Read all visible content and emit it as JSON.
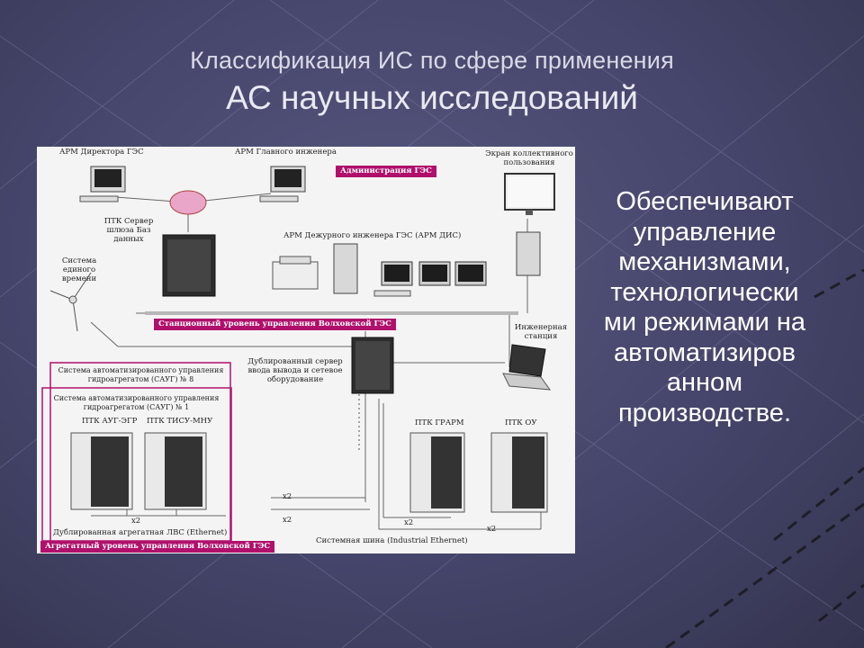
{
  "slide": {
    "title_line1": "Классификация ИС по сфере применения",
    "title_line2": "АС научных исследований",
    "side_text": "Обеспечивают управление механизмами, технологически ми режимами на автоматизиров анном производстве."
  },
  "diagram": {
    "arm_director": "АРМ Директора ГЭС",
    "arm_chief": "АРМ Главного инженера",
    "admin_band": "Администрация ГЭС",
    "screen_collective": "Экран коллективного пользования",
    "gateway_server": "ПТК Сервер шлюза Баз данных",
    "arm_dis": "АРМ Дежурного инженера ГЭС (АРМ ДИС)",
    "time_system": "Система единого времени",
    "station_band": "Станционный уровень управления Волховской ГЭС",
    "engineering_station": "Инженерная станция",
    "saug8": "Система автоматизированного управления гидроагрегатом (САУГ) № 8",
    "saug1": "Система автоматизированного управления гидроагрегатом (САУГ) № 1",
    "dup_server": "Дублированный сервер ввода вывода и сетевое оборудование",
    "ptk_aug": "ПТК АУГ-ЭГР",
    "ptk_tisu": "ПТК ТИСУ-МНУ",
    "ptk_grarm": "ПТК ГРАРМ",
    "ptk_ou": "ПТК ОУ",
    "x2": "x2",
    "dup_lan": "Дублированная агрегатная ЛВС (Ethernet)",
    "system_bus": "Системная шина (Industrial Ethernet)",
    "agg_band": "Агрегатный уровень управления Волховской ГЭС",
    "colors": {
      "accent": "#b0106b",
      "background": "#45456b"
    }
  }
}
